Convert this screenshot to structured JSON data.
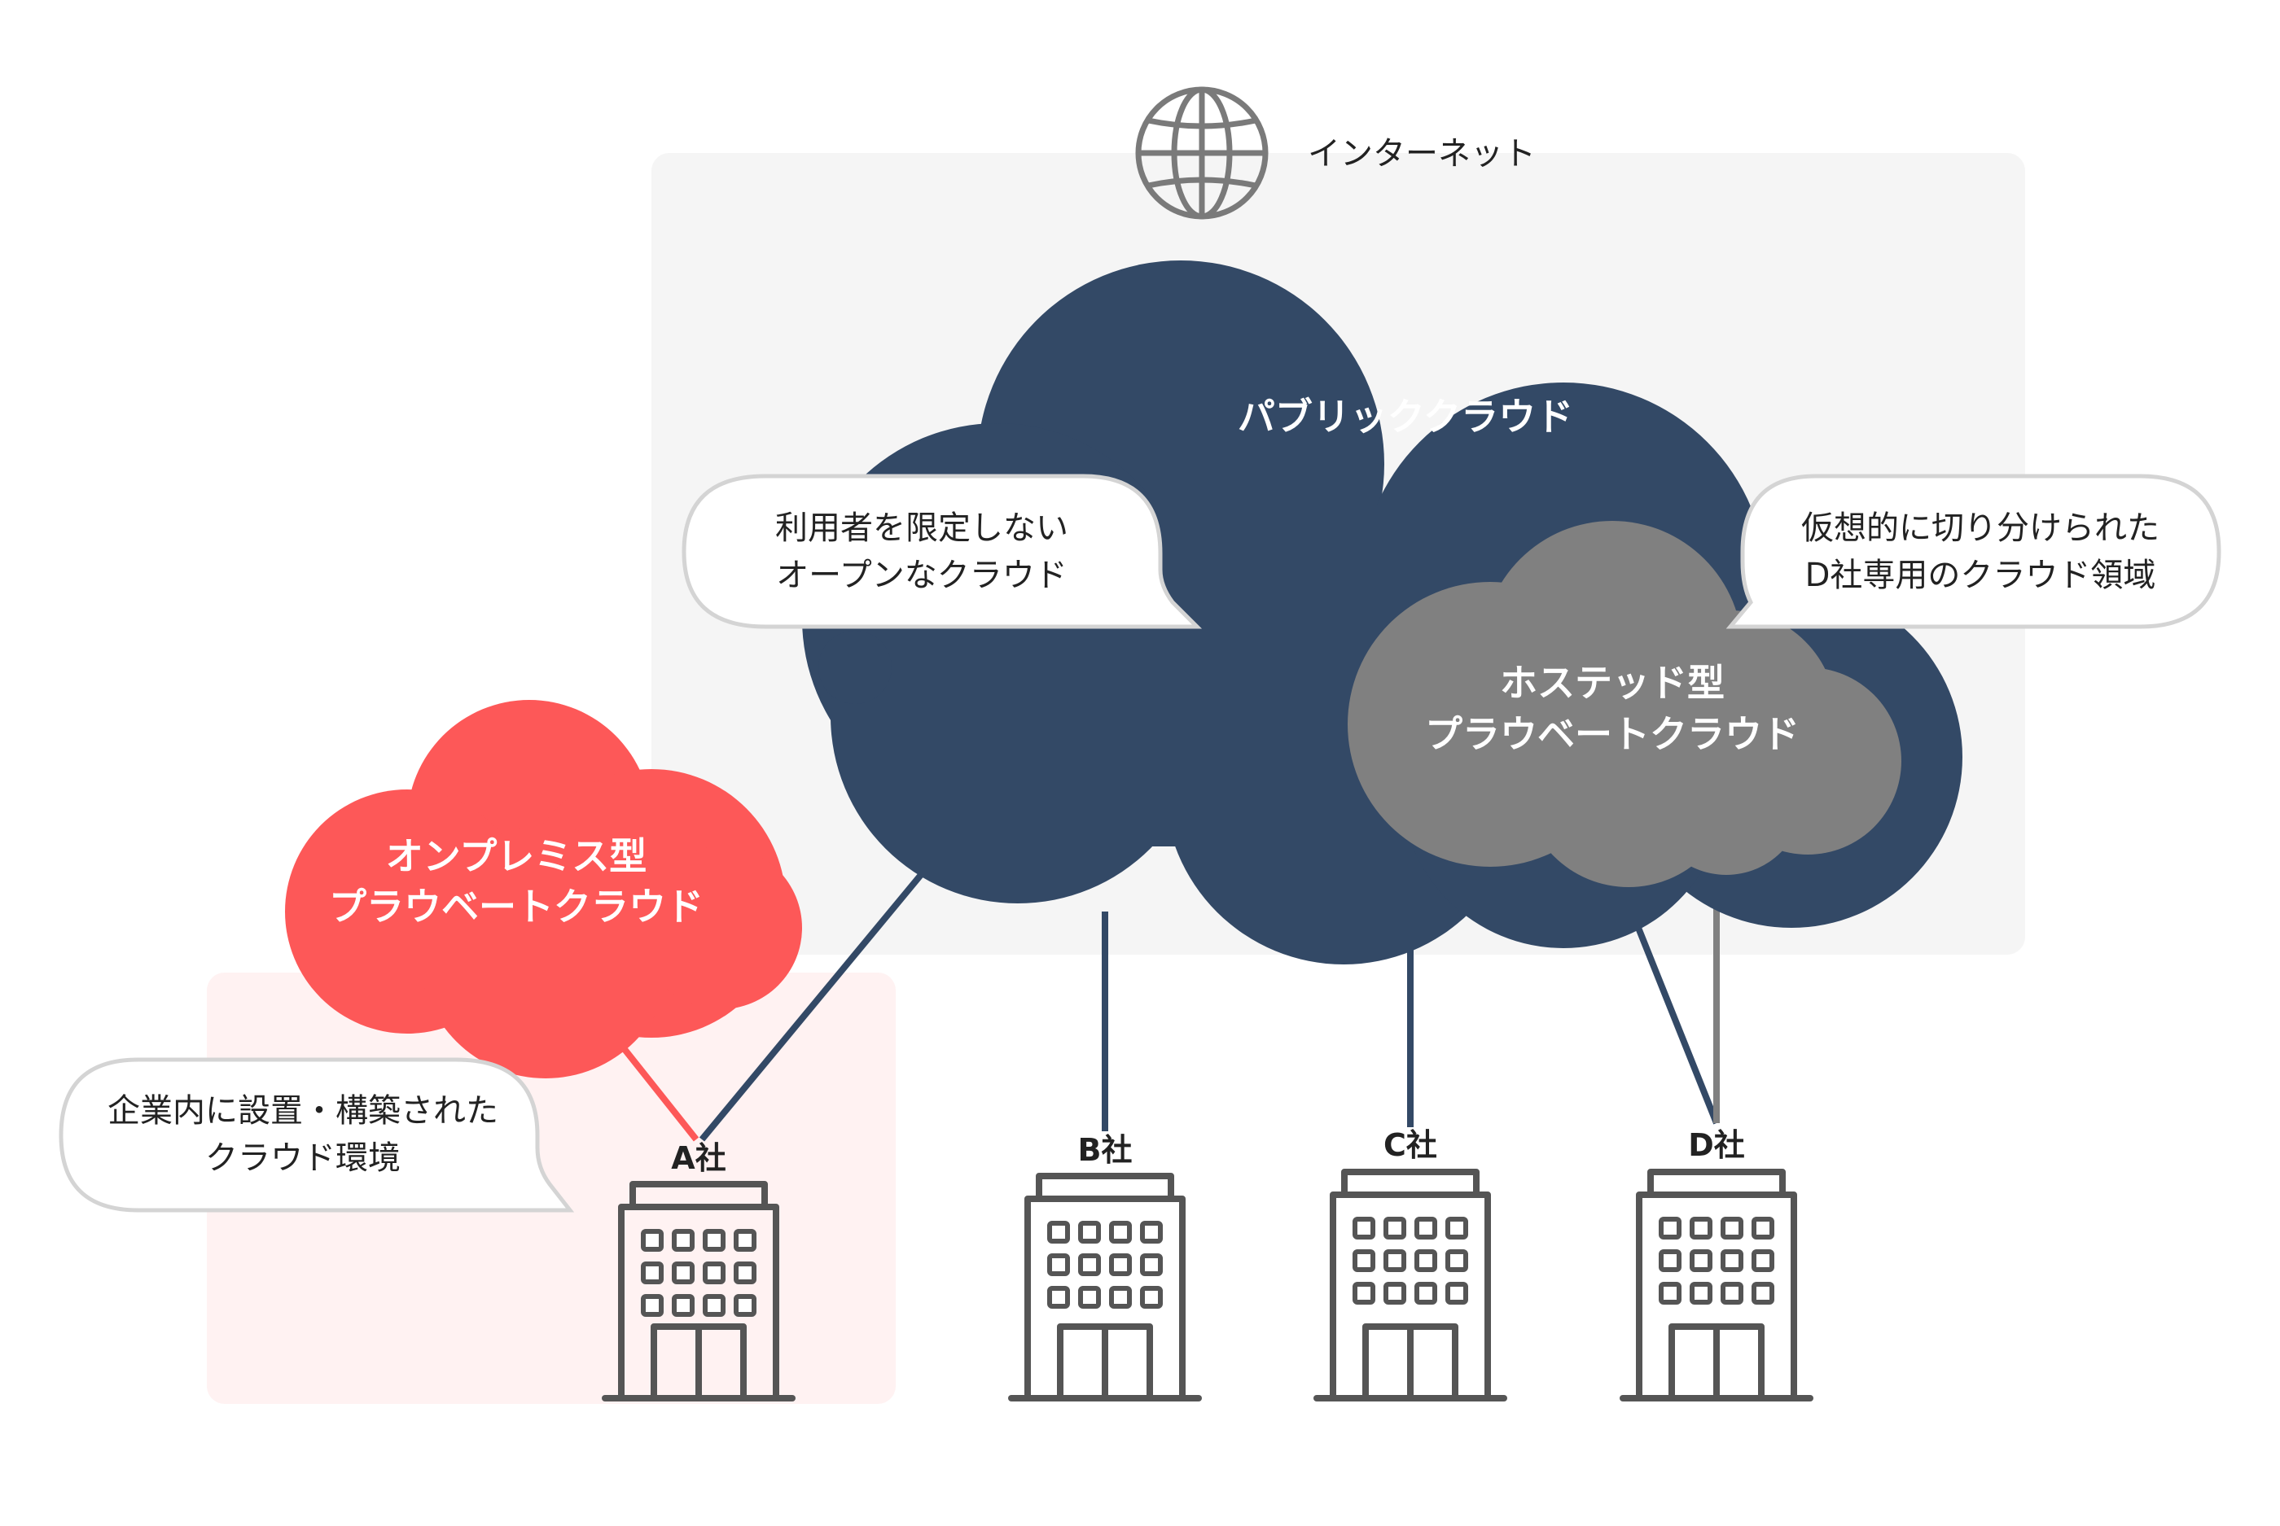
{
  "internet": {
    "label": "インターネット",
    "icon": "globe-icon"
  },
  "public_cloud": {
    "label": "パブリッククラウド",
    "color": "#334966"
  },
  "hosted_cloud": {
    "lines": [
      "ホステッド型",
      "プラウベートクラウド"
    ],
    "color": "#808080"
  },
  "onprem_cloud": {
    "lines": [
      "オンプレミス型",
      "プラウベートクラウド"
    ],
    "color": "#fd5858"
  },
  "callouts": {
    "public": [
      "利用者を限定しない",
      "オープンなクラウド"
    ],
    "hosted": [
      "仮想的に切り分けられた",
      "D社専用のクラウド領域"
    ],
    "onprem": [
      "企業内に設置・構築された",
      "クラウド環境"
    ]
  },
  "companies": [
    {
      "label": "A社",
      "icon": "office-building-icon"
    },
    {
      "label": "B社",
      "icon": "office-building-icon"
    },
    {
      "label": "C社",
      "icon": "office-building-icon"
    },
    {
      "label": "D社",
      "icon": "office-building-icon"
    }
  ],
  "colors": {
    "internet_area": "#f5f5f5",
    "onprem_area": "#fff2f2",
    "onprem_link": "#fd5858",
    "public_link": "#334966",
    "hosted_link": "#808080",
    "building": "#555555"
  }
}
